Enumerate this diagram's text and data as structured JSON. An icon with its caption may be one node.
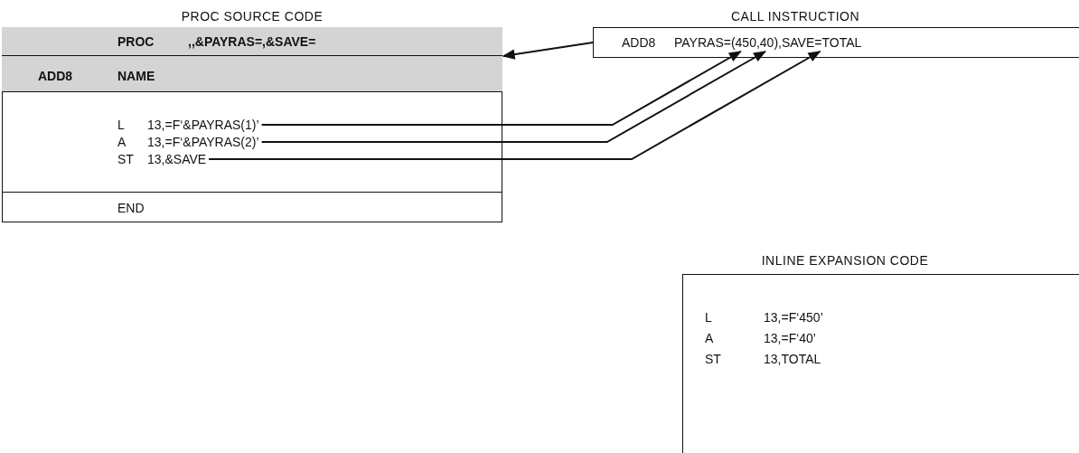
{
  "diagram": {
    "nodes": [
      {
        "text": [
          "PROC SOURCE CODE"
        ]
      },
      {
        "text": [
          "PROC",
          ",,&PAYRAS=,&SAVE="
        ],
        "in": 0
      },
      {
        "text": [
          "ADD8",
          "NAME"
        ],
        "in": 0
      },
      {
        "text": [],
        "shape": "box",
        "in": 0
      },
      {
        "text": [
          "L",
          "13,=F‘&PAYRAS(1)’"
        ],
        "in": 3
      },
      {
        "text": [
          "A",
          "13,=F‘&PAYRAS(2)’"
        ],
        "in": 3
      },
      {
        "text": [
          "ST",
          "13,&SAVE"
        ],
        "in": 3
      },
      {
        "text": [
          "END"
        ],
        "in": 0
      },
      {
        "text": [
          "CALL INSTRUCTION",
          "ADD8",
          "PAYRAS=(450,40),SAVE=TOTAL"
        ]
      },
      {
        "text": [
          "INLINE EXPANSION CODE",
          "L",
          "13,=F‘450’",
          "A",
          "13,=F‘40’",
          "ST",
          "13,TOTAL"
        ]
      }
    ],
    "edges": [
      {
        "from": 8,
        "to": 1,
        "arrow": "to"
      },
      {
        "from": 4,
        "to": 8,
        "arrow": "to"
      },
      {
        "from": 5,
        "to": 8,
        "arrow": "to"
      },
      {
        "from": 6,
        "to": 8,
        "arrow": "to"
      }
    ]
  }
}
